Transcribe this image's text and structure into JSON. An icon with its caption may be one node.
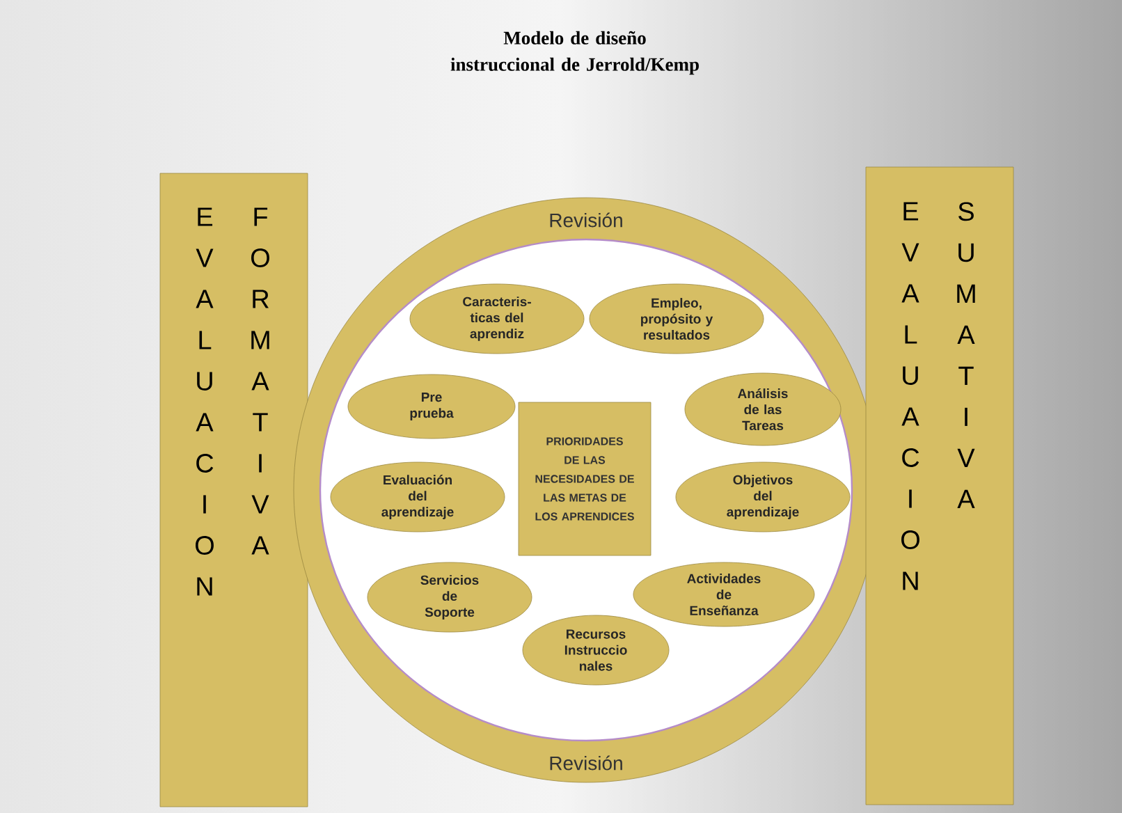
{
  "diagram": {
    "title": "Modelo de diseño instruccional de Jerrold/Kemp",
    "nodes": [
      {
        "text": [
          "EVALUACION",
          "FORMATIVA"
        ]
      },
      {
        "text": [
          "Revisión",
          "Revisión"
        ]
      },
      {
        "text": [],
        "shape": "circle",
        "in": 1
      },
      {
        "text": [
          "Caracteris- ticas del aprendiz"
        ],
        "in": 2
      },
      {
        "text": [
          "Empleo, propósito y resultados"
        ],
        "in": 2
      },
      {
        "text": [
          "Pre prueba"
        ],
        "in": 2
      },
      {
        "text": [
          "PRIORIDADES DE LAS NECESIDADES DE LAS METAS DE LOS APRENDICES"
        ],
        "in": 2
      },
      {
        "text": [
          "Análisis de las Tareas"
        ],
        "in": 2
      },
      {
        "text": [
          "Evaluación del aprendizaje"
        ],
        "in": 2
      },
      {
        "text": [
          "Objetivos del aprendizaje"
        ],
        "in": 2
      },
      {
        "text": [
          "Servicios de Soporte"
        ],
        "in": 2
      },
      {
        "text": [
          "Actividades de Enseñanza"
        ],
        "in": 2
      },
      {
        "text": [
          "Recursos Instruccio nales"
        ],
        "in": 2
      },
      {
        "text": [
          "EVALUACION",
          "SUMATIVA"
        ]
      }
    ]
  }
}
